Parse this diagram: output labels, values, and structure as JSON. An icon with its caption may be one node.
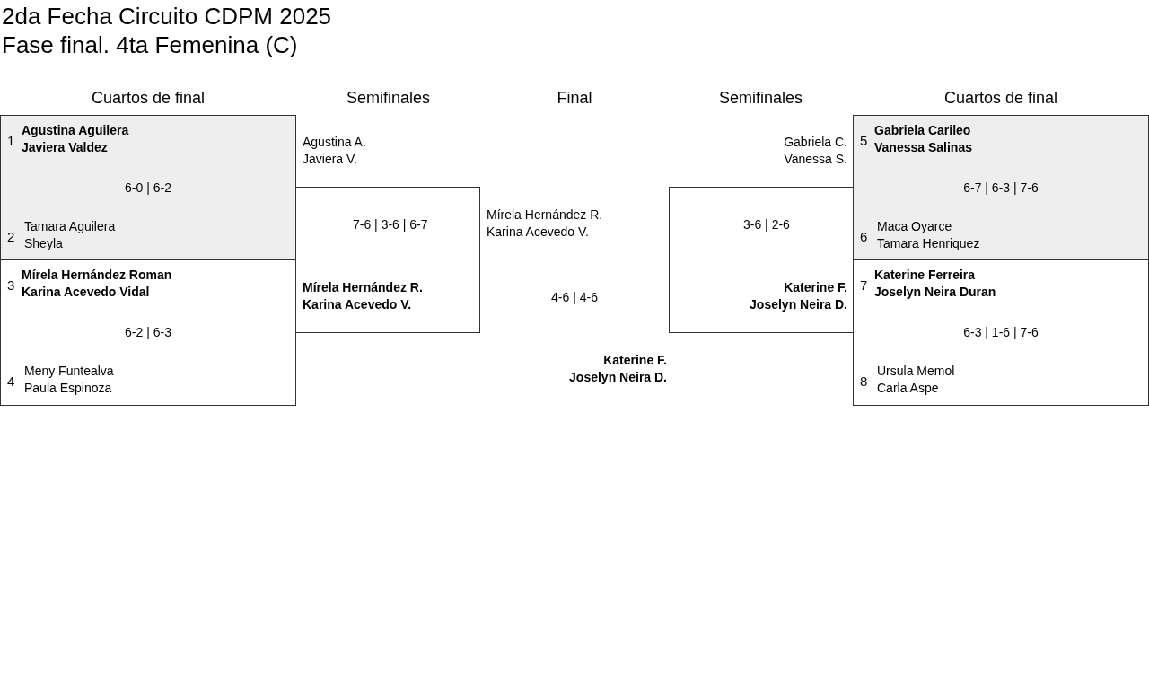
{
  "diagram": {
    "title": "2da Fecha Circuito CDPM 2025",
    "caption": "Fase final. 4ta Femenina (C)",
    "nodes": [
      {
        "text": [
          "1",
          "Agustina Aguilera",
          "Javiera Valdez",
          "6-0 | 6-2",
          "2",
          "Tamara Aguilera",
          "Sheyla"
        ]
      },
      {
        "text": [
          "3",
          "Mírela Hernández Roman",
          "Karina Acevedo Vidal",
          "6-2 | 6-3",
          "4",
          "Meny Funtealva",
          "Paula Espinoza"
        ]
      },
      {
        "text": [
          "Agustina A.",
          "Javiera V.",
          "7-6 | 3-6 | 6-7",
          "Mírela Hernández R.",
          "Karina Acevedo V."
        ]
      },
      {
        "text": [
          "Gabriela C.",
          "Vanessa S.",
          "3-6 | 2-6",
          "Katerine F.",
          "Joselyn Neira D."
        ]
      },
      {
        "text": [
          "5",
          "Gabriela Carileo",
          "Vanessa Salinas",
          "6-7 | 6-3 | 7-6",
          "6",
          "Maca Oyarce",
          "Tamara Henriquez"
        ]
      },
      {
        "text": [
          "7",
          "Katerine Ferreira",
          "Joselyn Neira Duran",
          "6-3 | 1-6 | 7-6",
          "8",
          "Ursula Memol",
          "Carla Aspe"
        ]
      }
    ],
    "labels": [
      "Cuartos de final",
      "Semifinales",
      "Final",
      "Semifinales",
      "Cuartos de final",
      "Mírela Hernández R.",
      "Karina Acevedo V.",
      "4-6 | 4-6",
      "Katerine F.",
      "Joselyn Neira D."
    ]
  }
}
